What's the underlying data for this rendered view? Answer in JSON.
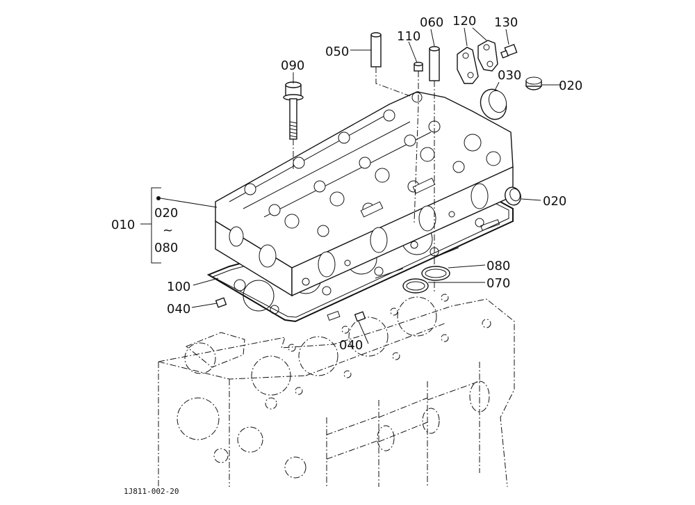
{
  "diagram": {
    "figure_code": "1J811-002-20",
    "group": {
      "number": "010",
      "range_from": "020",
      "range_sep": "~",
      "range_to": "080"
    },
    "callouts": [
      {
        "id": "090",
        "label": "090"
      },
      {
        "id": "050",
        "label": "050"
      },
      {
        "id": "110",
        "label": "110"
      },
      {
        "id": "060",
        "label": "060"
      },
      {
        "id": "120",
        "label": "120"
      },
      {
        "id": "130",
        "label": "130"
      },
      {
        "id": "030",
        "label": "030"
      },
      {
        "id": "020a",
        "label": "020"
      },
      {
        "id": "020b",
        "label": "020"
      },
      {
        "id": "080",
        "label": "080"
      },
      {
        "id": "070",
        "label": "070"
      },
      {
        "id": "100",
        "label": "100"
      },
      {
        "id": "040a",
        "label": "040"
      },
      {
        "id": "040b",
        "label": "040"
      }
    ]
  }
}
